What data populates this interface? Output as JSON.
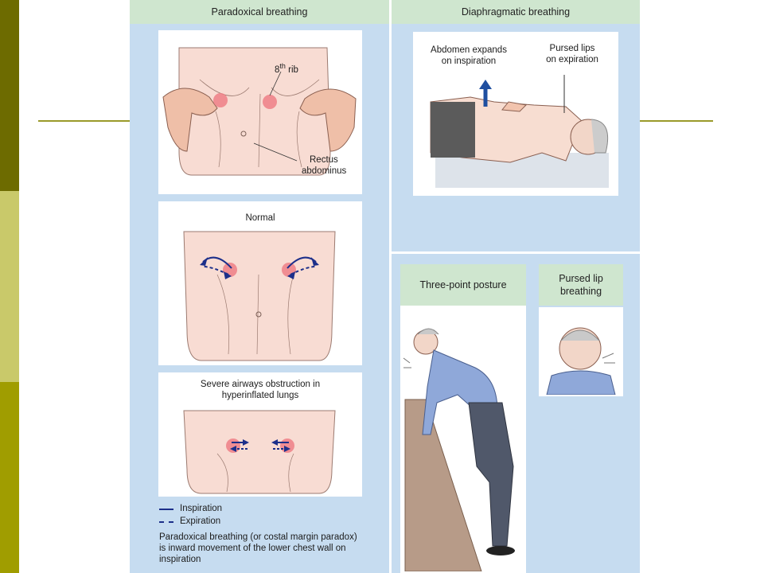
{
  "slide": {
    "accent_colors": {
      "bar_dark": "#6d6b00",
      "bar_light": "#c9c96a",
      "bar_mid": "#a09d00",
      "rule": "#9a9a2a"
    }
  },
  "figure": {
    "paradoxical": {
      "title": "Paradoxical breathing",
      "top_panel": {
        "rib_label_base": "8",
        "rib_label_sup": "th",
        "rib_label_tail": " rib",
        "rectus_label_1": "Rectus",
        "rectus_label_2": "abdominus"
      },
      "normal_panel": {
        "title": "Normal"
      },
      "severe_panel": {
        "title_line1": "Severe airways obstruction in",
        "title_line2": "hyperinflated lungs"
      },
      "legend": {
        "inspiration": "Inspiration",
        "expiration": "Expiration"
      },
      "caption_lines": [
        "Paradoxical breathing (or costal margin paradox)",
        "is inward movement of the lower chest wall on",
        "inspiration"
      ]
    },
    "diaphragmatic": {
      "title": "Diaphragmatic breathing",
      "abdomen_label_1": "Abdomen expands",
      "abdomen_label_2": "on inspiration",
      "lips_label_1": "Pursed lips",
      "lips_label_2": "on expiration"
    },
    "three_point": {
      "title": "Three-point posture"
    },
    "pursed_lip": {
      "title_line1": "Pursed lip",
      "title_line2": "breathing"
    }
  }
}
